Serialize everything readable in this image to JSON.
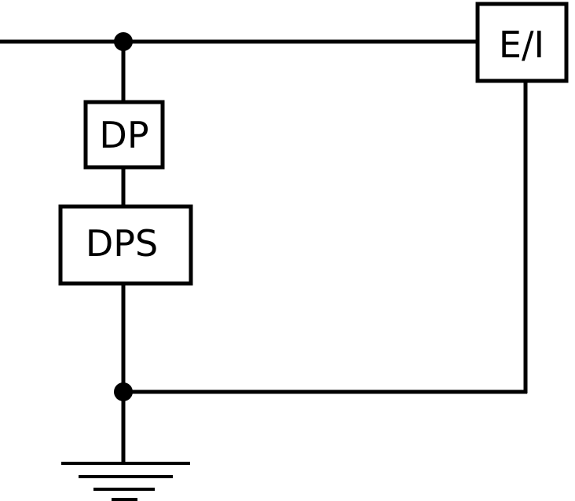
{
  "diagram": {
    "components": {
      "dp": {
        "label": "DP"
      },
      "dps": {
        "label": "DPS"
      },
      "ei": {
        "label": "E/I"
      }
    },
    "colors": {
      "line": "#000000",
      "background": "#ffffff"
    },
    "icons": [
      "ground-icon",
      "junction-dot"
    ]
  }
}
